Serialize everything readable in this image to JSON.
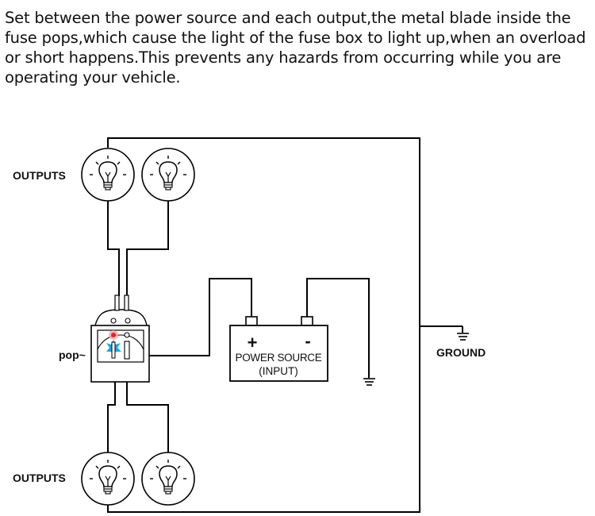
{
  "description": "Set between the power source and each output,the metal blade inside the fuse pops,which cause the light of the fuse box to light up,when an overload or short happens.This prevents any hazards from occurring while you are operating your vehicle.",
  "labels": {
    "outputs_top": "OUTPUTS",
    "outputs_bottom": "OUTPUTS",
    "pop": "pop~",
    "power_source_line1": "POWER SOURCE",
    "power_source_line2": "(INPUT)",
    "plus": "+",
    "minus": "-",
    "ground": "GROUND"
  },
  "colors": {
    "wire": "#000000",
    "indicator_led": "#e8202a",
    "spark": "#1aa7e8"
  },
  "icons": [
    "bulb-icon",
    "ground-icon",
    "fuse-icon",
    "battery-icon"
  ]
}
